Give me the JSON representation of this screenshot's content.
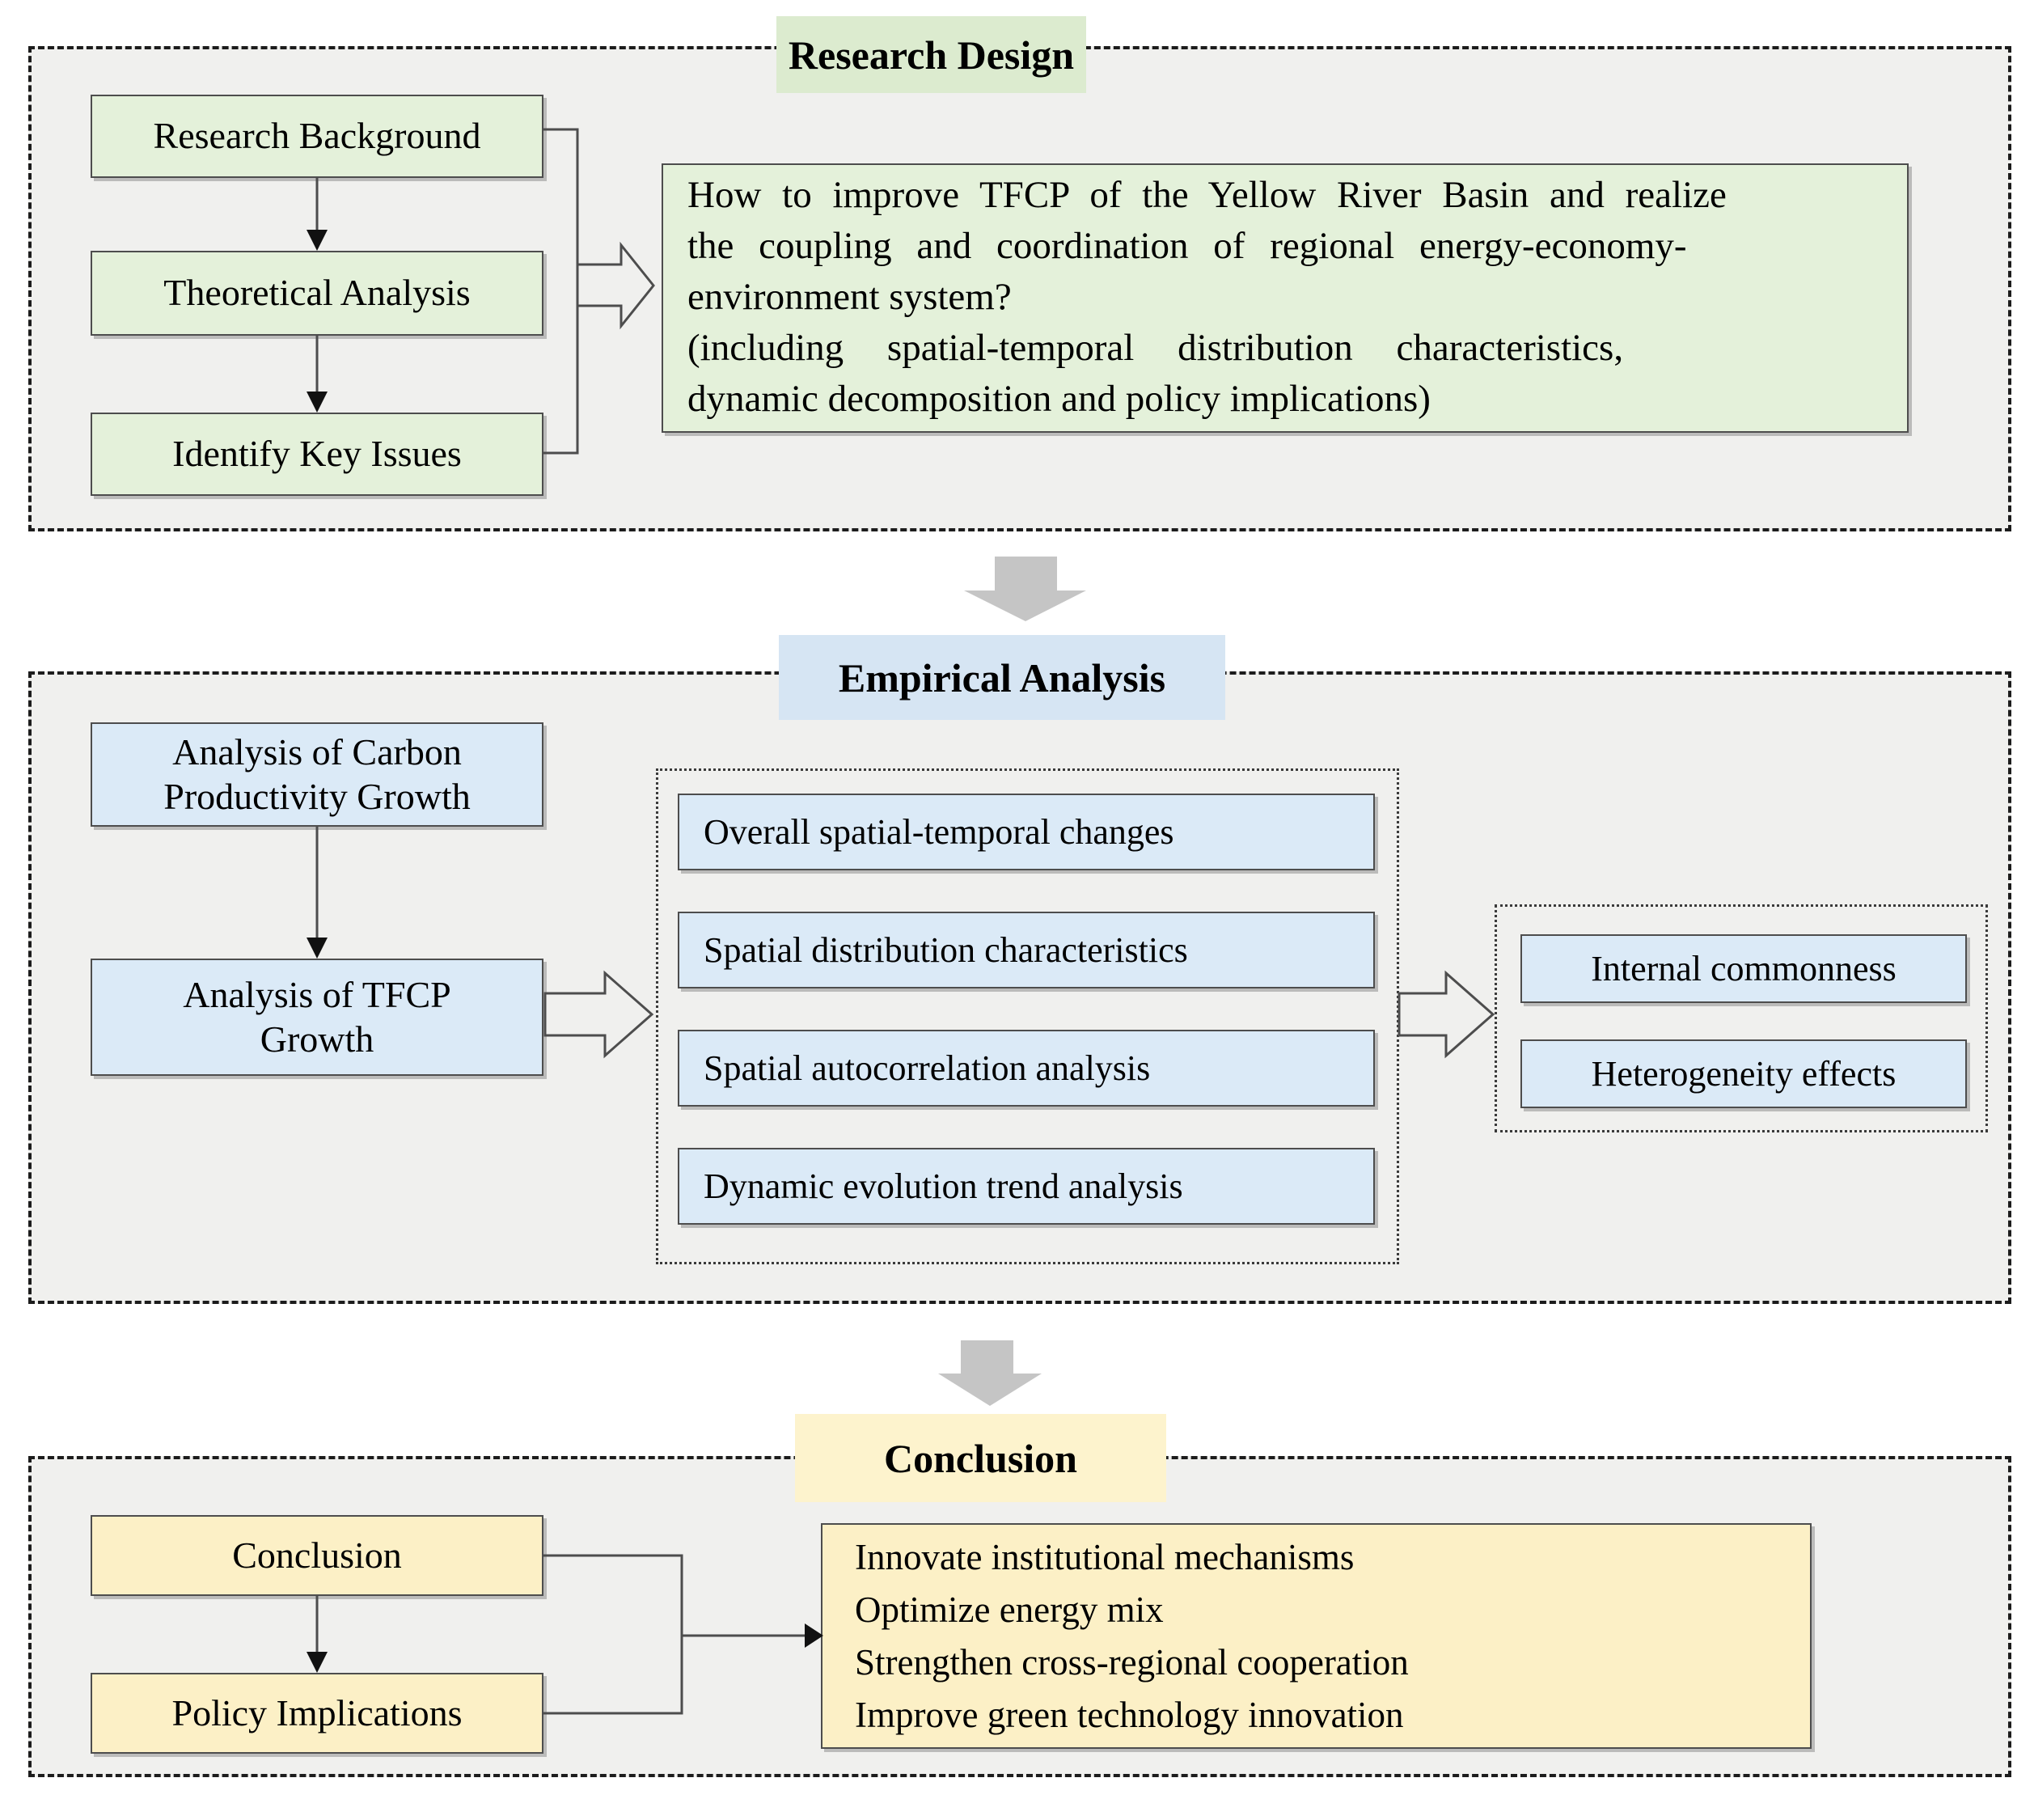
{
  "figure": {
    "type": "flowchart",
    "topic": "research framework"
  },
  "colors": {
    "page_bg": "#ffffff",
    "section_bg": "#f0f0ee",
    "border_dark": "#4d4d4d",
    "dash": "#1c1c1c",
    "green_title": "#dcebcf",
    "green_box": "#e4f1da",
    "blue_title": "#d6e5f3",
    "blue_box": "#dbeaf7",
    "yellow_title": "#fdf3cd",
    "yellow_box": "#fcf0c6",
    "arrow_gray": "#c5c5c5",
    "text": "#000000"
  },
  "research_design": {
    "title": "Research Design",
    "steps": [
      "Research Background",
      "Theoretical Analysis",
      "Identify Key Issues"
    ],
    "question": {
      "lines": [
        {
          "text": "How to improve TFCP of the Yellow River Basin and realize",
          "ws": 14
        },
        {
          "text": "the coupling and coordination of regional energy-economy-",
          "ws": 19
        },
        {
          "text": "environment system?",
          "ws": 0
        },
        {
          "text": "(including spatial-temporal distribution characteristics,",
          "ws": 42
        },
        {
          "text": "dynamic decomposition and policy implications)",
          "ws": 0
        }
      ]
    }
  },
  "empirical_analysis": {
    "title": "Empirical Analysis",
    "carbon_box": "Analysis of Carbon\nProductivity Growth",
    "tfcp_box": "Analysis of TFCP\nGrowth",
    "methods": [
      "Overall spatial-temporal changes",
      "Spatial distribution characteristics",
      "Spatial autocorrelation analysis",
      "Dynamic evolution trend analysis"
    ],
    "outcomes": [
      "Internal commonness",
      "Heterogeneity effects"
    ]
  },
  "conclusion": {
    "title": "Conclusion",
    "steps": [
      "Conclusion",
      "Policy Implications"
    ],
    "policies": [
      "Innovate institutional mechanisms",
      "Optimize energy mix",
      "Strengthen cross-regional cooperation",
      "Improve green technology innovation"
    ]
  }
}
